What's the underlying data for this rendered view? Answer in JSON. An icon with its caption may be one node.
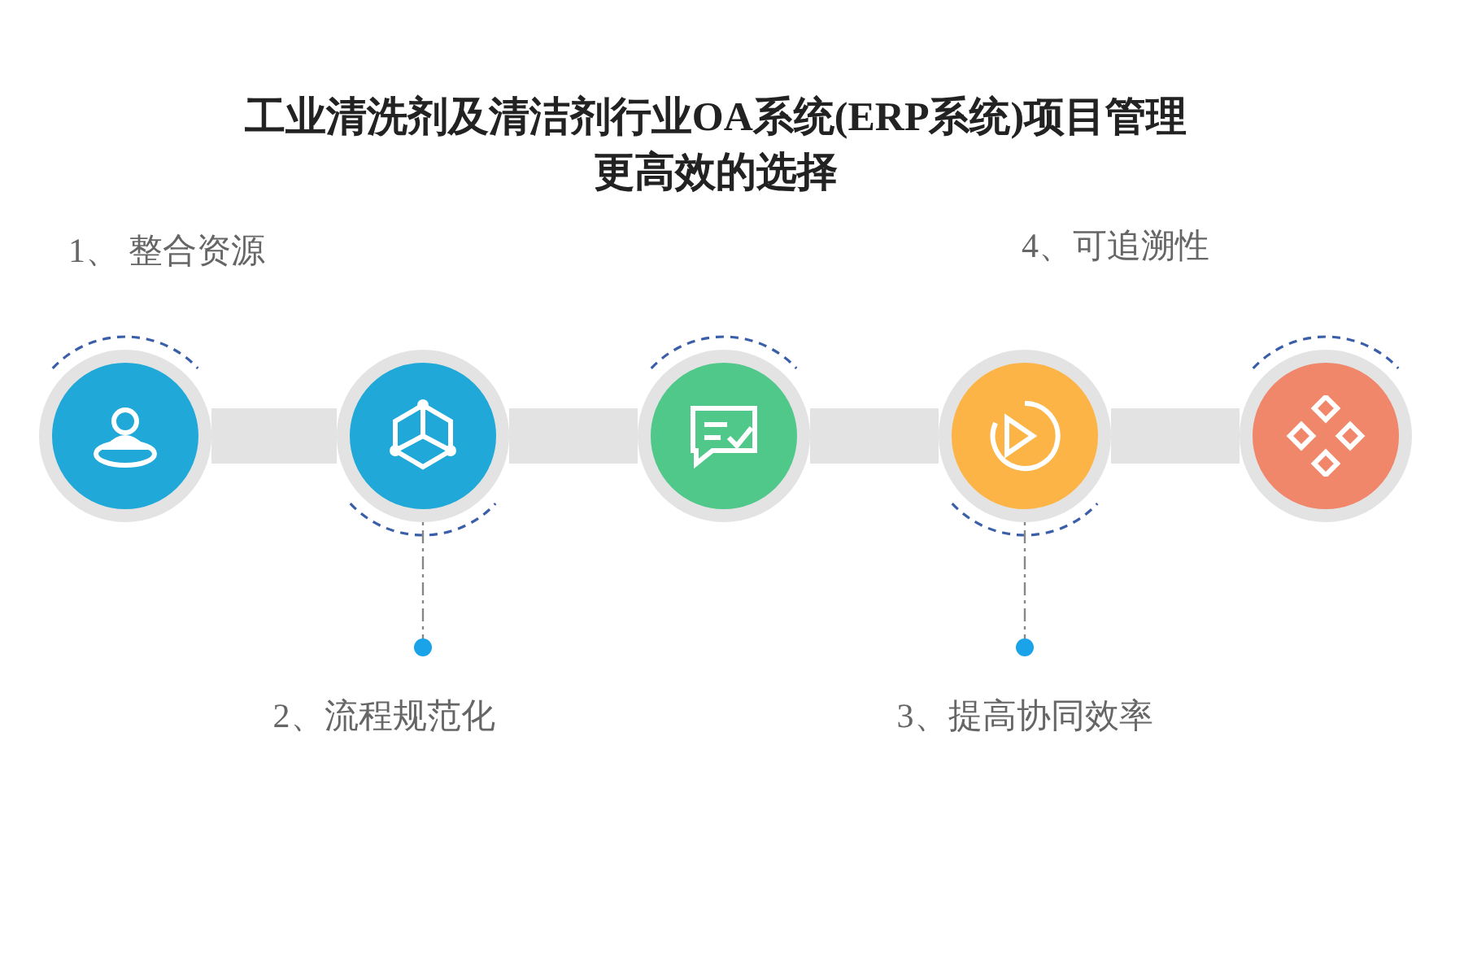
{
  "diagram": {
    "title": "工业清洗剂及清洁剂行业OA系统(ERP系统)项目管理更高效的选择",
    "nodes": [
      {
        "text": [],
        "shape": "circle"
      },
      {
        "text": [],
        "shape": "circle"
      },
      {
        "text": [],
        "shape": "circle"
      },
      {
        "text": [],
        "shape": "circle"
      },
      {
        "text": [],
        "shape": "circle"
      },
      {
        "text": [
          "2、流程规范化"
        ]
      },
      {
        "text": [
          "3、提高协同效率"
        ]
      }
    ],
    "edges": [
      {
        "from": 0,
        "to": 1,
        "arrow": "none"
      },
      {
        "from": 1,
        "to": 2,
        "arrow": "none"
      },
      {
        "from": 2,
        "to": 3,
        "arrow": "none"
      },
      {
        "from": 3,
        "to": 4,
        "arrow": "none"
      },
      {
        "from": 5,
        "to": 1,
        "arrow": "other",
        "style": "dashed",
        "color": "#888888"
      },
      {
        "from": 6,
        "to": 3,
        "arrow": "other",
        "style": "dashed",
        "color": "#888888"
      }
    ],
    "labels": [
      "1、 整合资源",
      "4、可追溯性"
    ]
  }
}
